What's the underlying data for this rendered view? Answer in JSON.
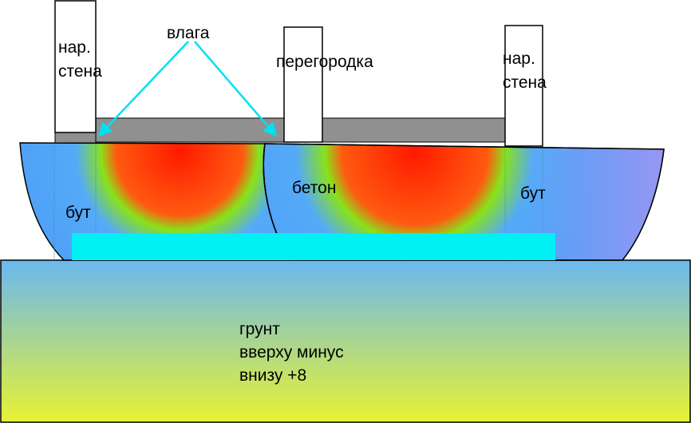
{
  "labels": {
    "outer_wall_left": [
      "нар.",
      "стена"
    ],
    "outer_wall_right": [
      "нар.",
      "стена"
    ],
    "moisture": "влага",
    "partition": "перегородка",
    "rubble_left": "бут",
    "concrete": "бетон",
    "rubble_right": "бут",
    "soil": [
      "грунт",
      "вверху минус",
      "внизу +8"
    ]
  },
  "colors": {
    "hot": "#ff1a00",
    "orange": "#ff5a10",
    "green": "#88e21a",
    "cool": "#55aaf8",
    "violet": "#9a96f4",
    "cyan_strip": "#00f0f4",
    "arrow": "#00e0f0",
    "soil_top": "#6ab8f0",
    "soil_bottom": "#e8f232",
    "slab": "#909090"
  }
}
